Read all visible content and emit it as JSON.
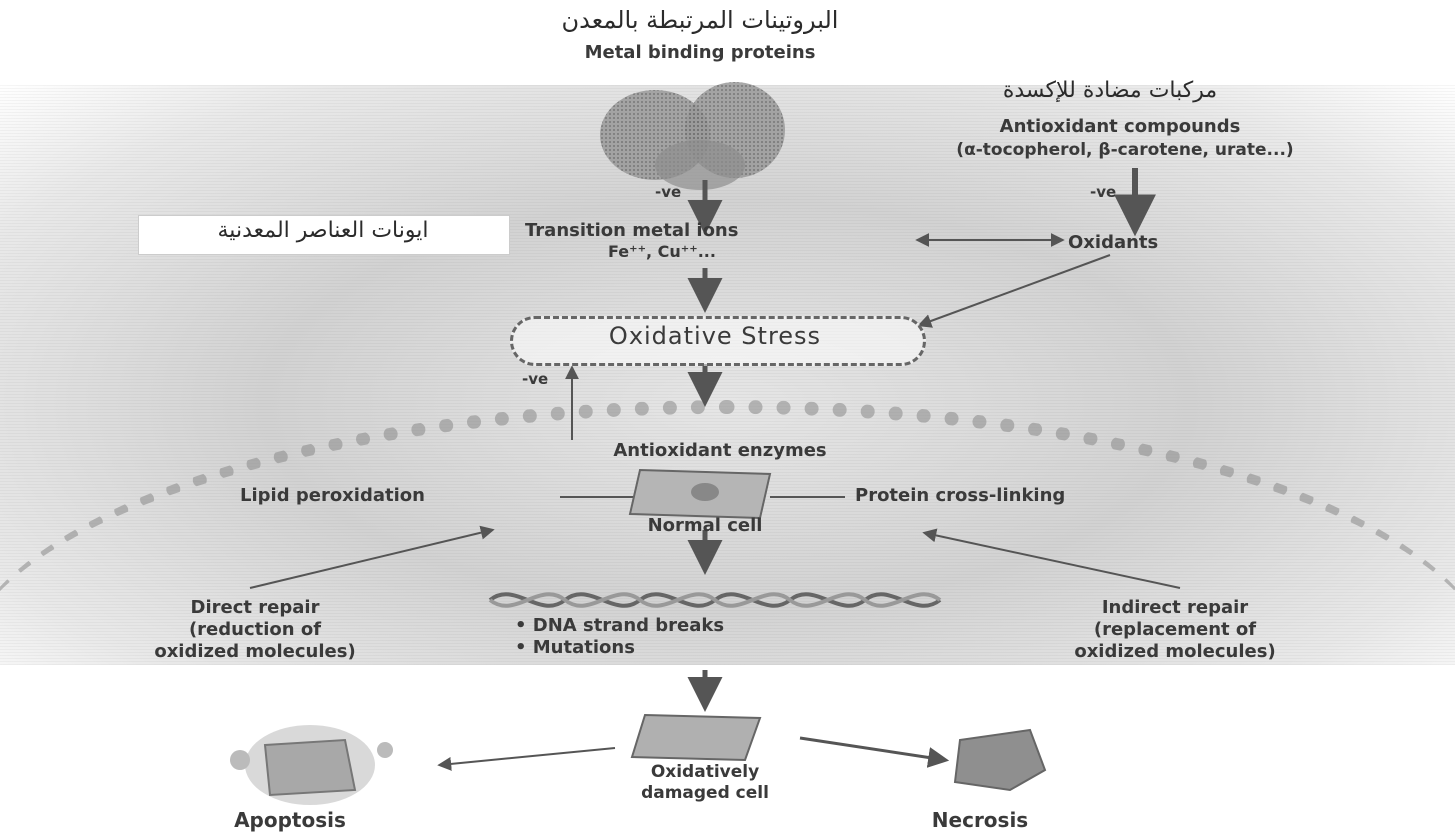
{
  "top": {
    "metal_proteins_ar": "البروتينات المرتبطة بالمعدن",
    "metal_proteins_en": "Metal binding proteins",
    "antioxidant_ar": "مركبات مضادة للإكسدة",
    "antioxidant_en": "Antioxidant compounds",
    "antioxidant_examples": "(α-tocopherol, β-carotene, urate...)"
  },
  "middle": {
    "neg_left": "-ve",
    "neg_right": "-ve",
    "transition_metal_ar": "ايونات العناصر المعدنية",
    "transition_metal_en": "Transition metal ions",
    "transition_metal_ions": "Fe⁺⁺, Cu⁺⁺...",
    "oxidants": "Oxidants",
    "oxidative_stress": "Oxidative Stress",
    "neg_stress": "-ve",
    "antioxidant_enzymes": "Antioxidant enzymes",
    "lipid_peroxidation": "Lipid peroxidation",
    "protein_cross_linking": "Protein cross-linking",
    "normal_cell": "Normal cell"
  },
  "repair": {
    "direct_title": "Direct repair",
    "direct_line2": "(reduction of",
    "direct_line3": "oxidized molecules)",
    "dna_1": "• DNA strand breaks",
    "dna_2": "• Mutations",
    "indirect_title": "Indirect repair",
    "indirect_line2": "(replacement of",
    "indirect_line3": "oxidized molecules)"
  },
  "bottom": {
    "damaged_1": "Oxidatively",
    "damaged_2": "damaged cell",
    "apoptosis": "Apoptosis",
    "necrosis": "Necrosis"
  }
}
